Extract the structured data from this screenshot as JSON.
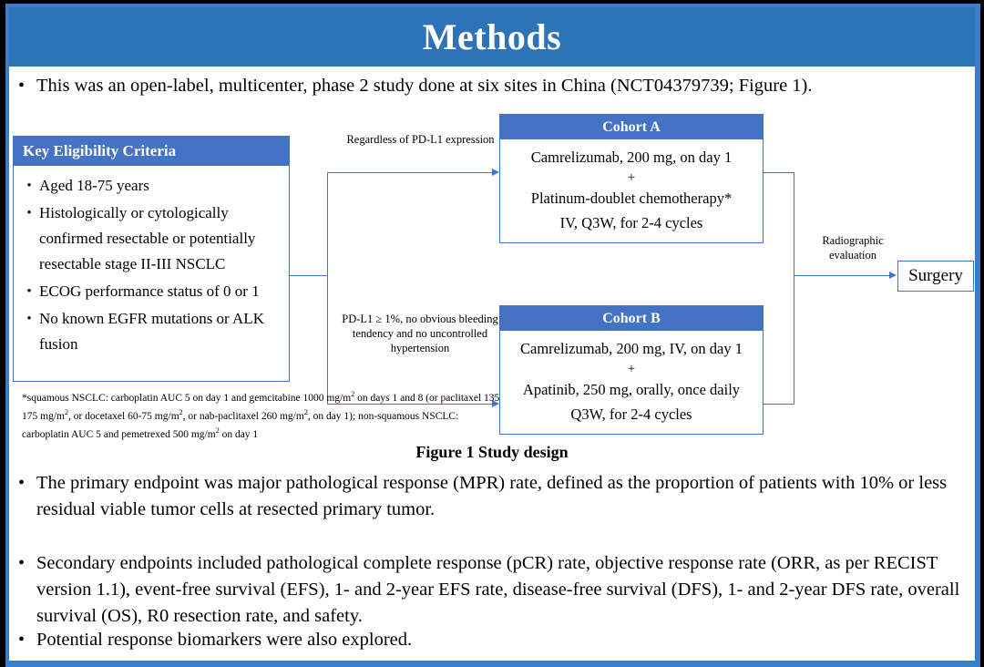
{
  "slide": {
    "title": "Methods",
    "accent_header_color": "#2E73B8",
    "box_header_color": "#4472C4",
    "frame_color": "#3A7DC9"
  },
  "intro": {
    "bullet_marker": "•",
    "text": "This was an open-label, multicenter, phase 2 study done at six sites in China (NCT04379739; Figure 1)."
  },
  "figure": {
    "caption": "Figure 1 Study design",
    "eligibility": {
      "header": "Key  Eligibility Criteria",
      "bullet_marker": "•",
      "items": [
        "Aged 18-75 years",
        "Histologically or cytologically confirmed resectable or potentially resectable stage II-III  NSCLC",
        "ECOG performance status of 0 or 1",
        "No known EGFR mutations or ALK fusion"
      ]
    },
    "footnote": "*squamous NSCLC: carboplatin AUC 5 on day 1 and gemcitabine 1000 mg/m2 on days 1 and 8 (or paclitaxel 135-175 mg/m2, or docetaxel 60-75 mg/m2, or nab-paclitaxel 260 mg/m2, on day 1); non-squamous NSCLC: carboplatin AUC 5 and pemetrexed 500 mg/m2 on day 1",
    "connector_labels": {
      "top": "Regardless of PD-L1 expression",
      "bottom": "PD-L1 ≥ 1%, no obvious bleeding tendency and no uncontrolled hypertension",
      "right": "Radiographic evaluation"
    },
    "cohort_a": {
      "header": "Cohort A",
      "lines": [
        "Camrelizumab, 200 mg, on day 1",
        "+",
        "Platinum-doublet chemotherapy*",
        "IV, Q3W, for 2-4 cycles"
      ]
    },
    "cohort_b": {
      "header": "Cohort B",
      "lines": [
        "Camrelizumab, 200 mg, IV, on day 1",
        "+",
        "Apatinib, 250 mg, orally, once daily",
        "Q3W, for 2-4 cycles"
      ]
    },
    "surgery": {
      "label": "Surgery"
    }
  },
  "endpoints": {
    "bullet_marker": "•",
    "primary": "The primary endpoint was major pathological response (MPR) rate, defined as the proportion of patients with 10% or less residual viable tumor cells at resected primary tumor.",
    "secondary": "Secondary endpoints included pathological complete response (pCR) rate, objective response rate (ORR, as per RECIST version 1.1), event-free survival (EFS), 1- and 2-year EFS rate, disease-free survival (DFS), 1- and 2-year DFS rate, overall survival (OS), R0 resection rate, and safety.",
    "biomarkers": "Potential response biomarkers were also explored."
  }
}
